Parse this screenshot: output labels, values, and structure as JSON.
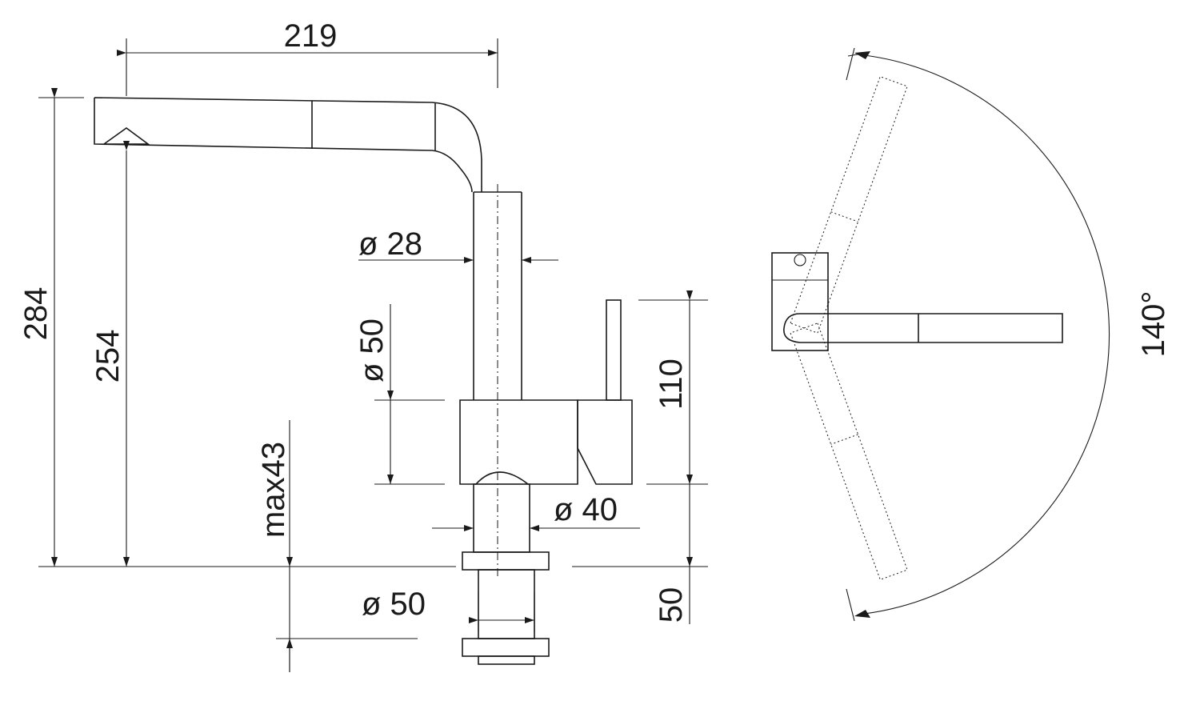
{
  "dimensions": {
    "total_width": "219",
    "total_height": "284",
    "spout_height": "254",
    "pipe_diameter": "ø 28",
    "body_diameter": "ø 50",
    "body_height": "110",
    "base_diameter": "ø 40",
    "max_thickness": "max43",
    "shank_diameter": "ø 50",
    "shank_length": "50",
    "swivel_angle": "140°"
  }
}
